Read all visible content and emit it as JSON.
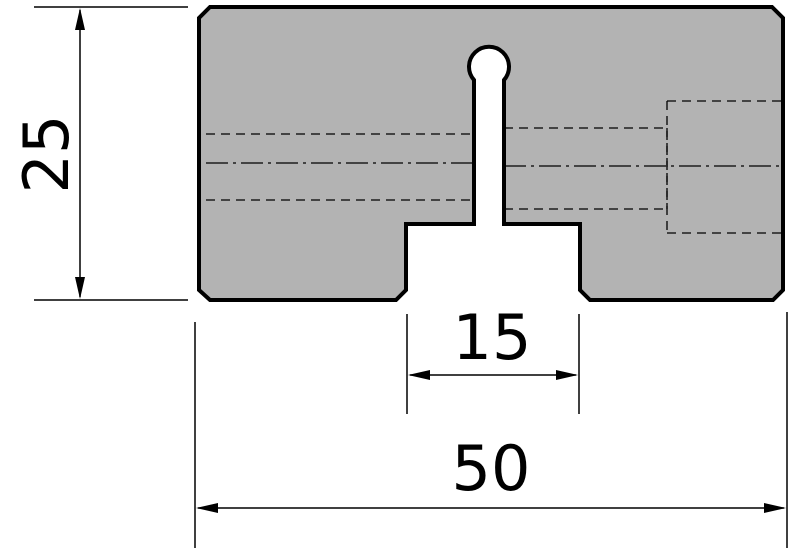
{
  "dimensions": {
    "height": "25",
    "slot_width": "15",
    "total_width": "50"
  },
  "colors": {
    "body_fill": "#b3b3b3",
    "stroke": "#000000",
    "background": "#ffffff"
  }
}
